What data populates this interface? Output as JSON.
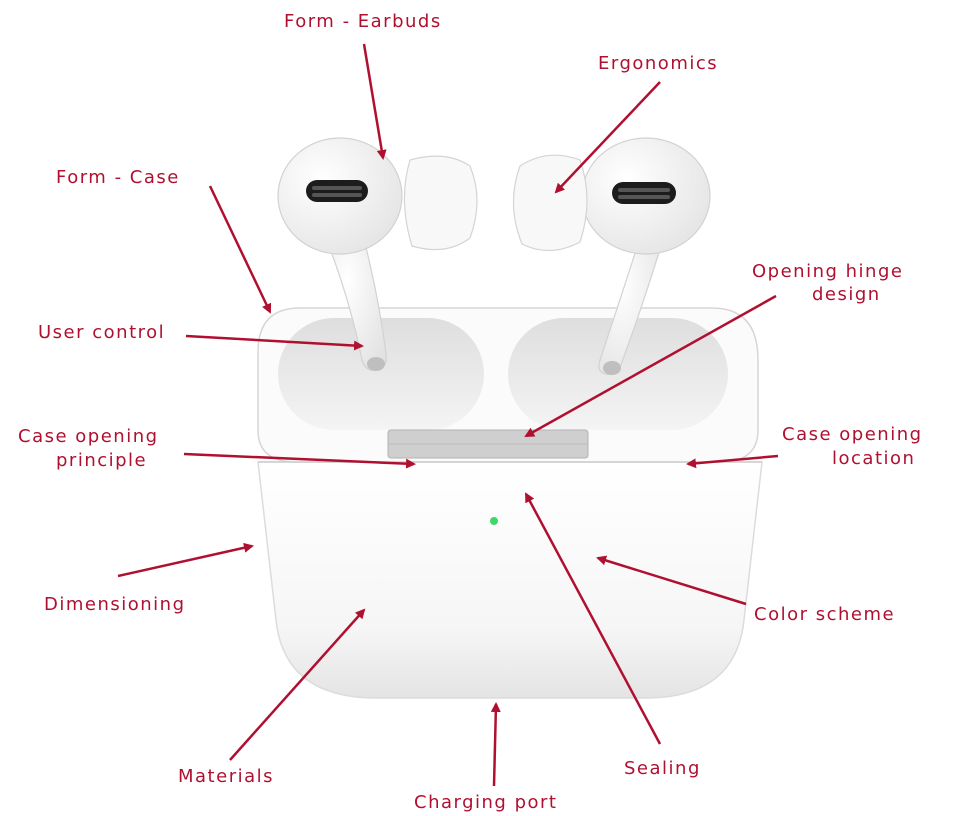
{
  "colors": {
    "annotation": "#B01030",
    "background": "#FFFFFF",
    "product_white": "#F7F7F7",
    "status_led": "#3FD66A"
  },
  "labels": {
    "form_earbuds": "Form - Earbuds",
    "ergonomics": "Ergonomics",
    "form_case": "Form - Case",
    "opening_hinge_line1": "Opening hinge",
    "opening_hinge_line2": "design",
    "user_control": "User control",
    "case_opening_principle_line1": "Case opening",
    "case_opening_principle_line2": "principle",
    "case_opening_location_line1": "Case opening",
    "case_opening_location_line2": "location",
    "dimensioning": "Dimensioning",
    "color_scheme": "Color scheme",
    "materials": "Materials",
    "sealing": "Sealing",
    "charging_port": "Charging port"
  },
  "illustration": {
    "subject": "wireless earbuds in open charging case",
    "icon": "earbuds-case-illustration"
  }
}
